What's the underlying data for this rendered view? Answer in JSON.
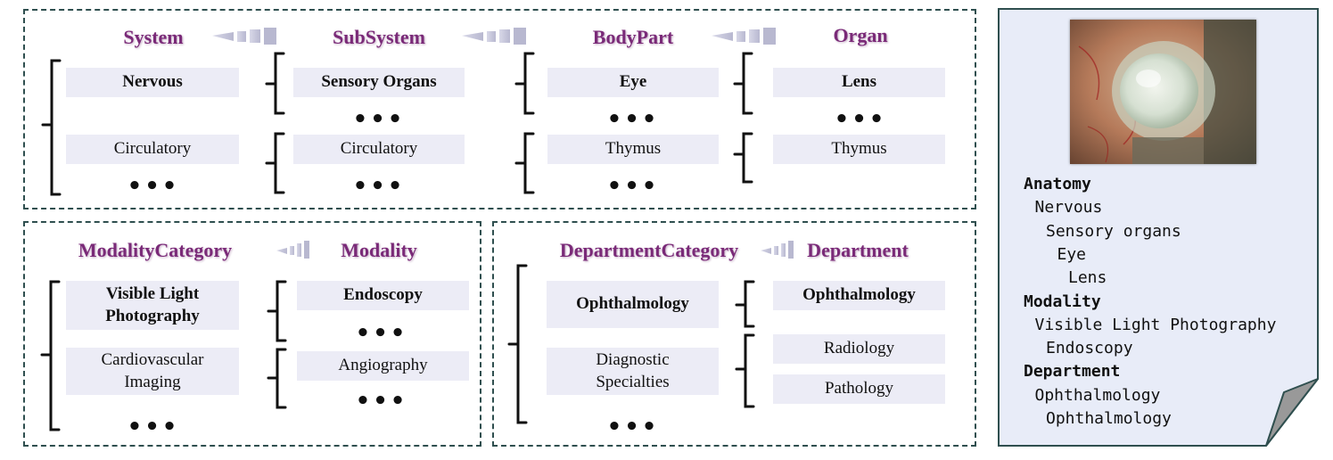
{
  "top_panel": {
    "headers": [
      "System",
      "SubSystem",
      "BodyPart",
      "Organ"
    ],
    "system": {
      "items": [
        "Nervous",
        "Circulatory"
      ]
    },
    "subsystem": {
      "items": [
        "Sensory Organs",
        "Circulatory"
      ]
    },
    "bodypart": {
      "items": [
        "Eye",
        "Thymus"
      ]
    },
    "organ": {
      "items": [
        "Lens",
        "Thymus"
      ]
    }
  },
  "modality_panel": {
    "headers": [
      "ModalityCategory",
      "Modality"
    ],
    "category": {
      "items": [
        "Visible Light Photography",
        "Cardiovascular Imaging"
      ]
    },
    "modality": {
      "items": [
        "Endoscopy",
        "Angiography"
      ]
    }
  },
  "department_panel": {
    "headers": [
      "DepartmentCategory",
      "Department"
    ],
    "category": {
      "items": [
        "Ophthalmology",
        "Diagnostic Specialties"
      ]
    },
    "department": {
      "items": [
        "Ophthalmology",
        "Radiology",
        "Pathology"
      ]
    }
  },
  "ellipsis": "•••",
  "label_card": {
    "tree": [
      {
        "text": "Anatomy",
        "level": 0,
        "bold": true
      },
      {
        "text": "Nervous",
        "level": 1,
        "bold": false
      },
      {
        "text": "Sensory organs",
        "level": 2,
        "bold": false
      },
      {
        "text": "Eye",
        "level": 3,
        "bold": false
      },
      {
        "text": "Lens",
        "level": 4,
        "bold": false
      },
      {
        "text": "Modality",
        "level": 0,
        "bold": true
      },
      {
        "text": "Visible Light Photography",
        "level": 1,
        "bold": false
      },
      {
        "text": "Endoscopy",
        "level": 2,
        "bold": false
      },
      {
        "text": "Department",
        "level": 0,
        "bold": true
      },
      {
        "text": "Ophthalmology",
        "level": 1,
        "bold": false
      },
      {
        "text": "Ophthalmology",
        "level": 2,
        "bold": false
      }
    ]
  },
  "colors": {
    "header": "#7a2a78",
    "box_fill": "#ececf6",
    "card_fill": "#e8ecf8",
    "border": "#2f4f4f"
  }
}
